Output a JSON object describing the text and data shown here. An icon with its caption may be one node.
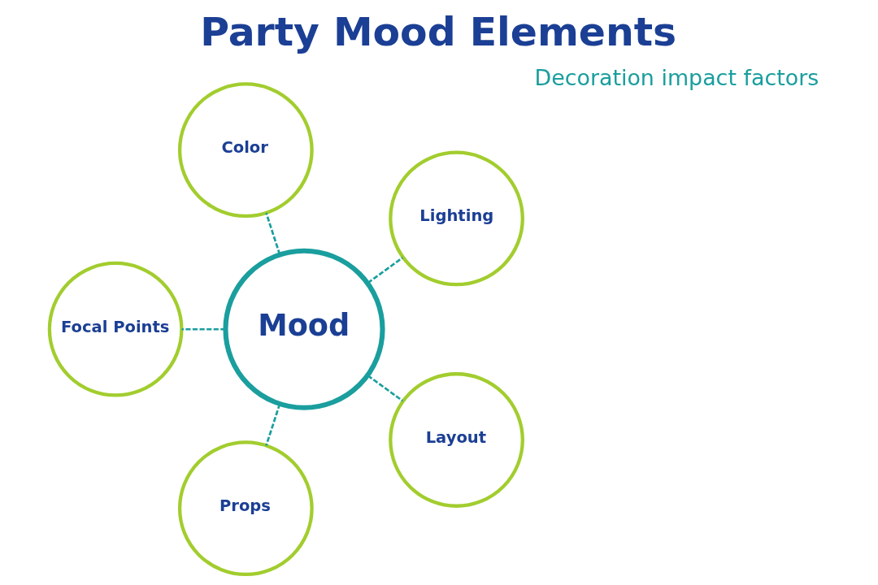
{
  "diagram": {
    "title": "Party Mood Elements",
    "nodes": [
      {
        "text": [
          "Mood"
        ]
      },
      {
        "text": [
          "Color"
        ]
      },
      {
        "text": [
          "Lighting"
        ]
      },
      {
        "text": [
          "Focal Points"
        ]
      },
      {
        "text": [
          "Layout"
        ]
      },
      {
        "text": [
          "Props"
        ]
      }
    ],
    "edges": [
      {
        "from": 0,
        "to": 1,
        "arrow": "none",
        "style": "dashed"
      },
      {
        "from": 0,
        "to": 2,
        "arrow": "none",
        "style": "dashed"
      },
      {
        "from": 0,
        "to": 3,
        "arrow": "none",
        "style": "dashed"
      },
      {
        "from": 0,
        "to": 4,
        "arrow": "none",
        "style": "dashed"
      },
      {
        "from": 0,
        "to": 5,
        "arrow": "none",
        "style": "dashed"
      }
    ],
    "labels": [
      "Decoration impact factors"
    ]
  }
}
